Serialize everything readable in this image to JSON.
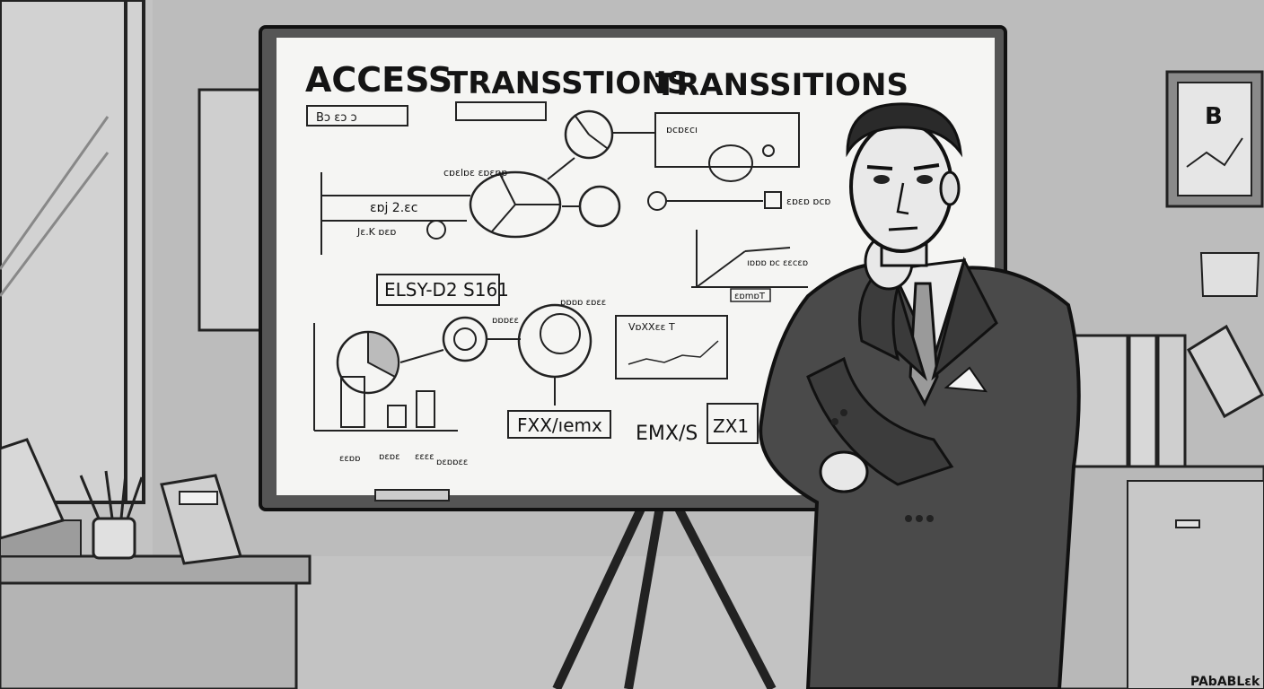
{
  "whiteboard": {
    "title_words": [
      "ACCESS",
      "TRANSSTIONS",
      "TRANSSITIONS"
    ],
    "formula_label": "ELSY-D2 S161",
    "formula_a": "FXX/ıemx",
    "formula_b": "EMX/S",
    "formula_c": "ZX1",
    "box_label_top": "Bɔ  ɛɔ  ɔ",
    "chart_label_top": "ɒcɒɛcı",
    "small_label_1": "cɒɛlɒɛ  ɛɒɛɒp",
    "small_label_2": "ɛɒj  2.ɛc",
    "small_label_3": "Jɛ.K ɒɛɒ",
    "small_label_4": "ɛɒɛɒ ɒcɒ",
    "small_label_5": "ıɒɒɒ  ɒc ɛɛcɛɒ",
    "small_label_6": "ɛɒmɒT",
    "small_label_7": "ɒɒɒɛɛ",
    "small_label_8": "ɒɒɒɒ ɛɒɛɛ",
    "small_label_9": "VɒXXɛɛ T",
    "axis_labels": [
      "ɛɛɒɒ",
      "ɒɛɒɛ",
      "ɛɛɛɛ",
      "ɒɛɒɒɛɛ"
    ]
  },
  "wall_frame": {
    "letter": "B"
  },
  "signature": "PAbABLɛk"
}
